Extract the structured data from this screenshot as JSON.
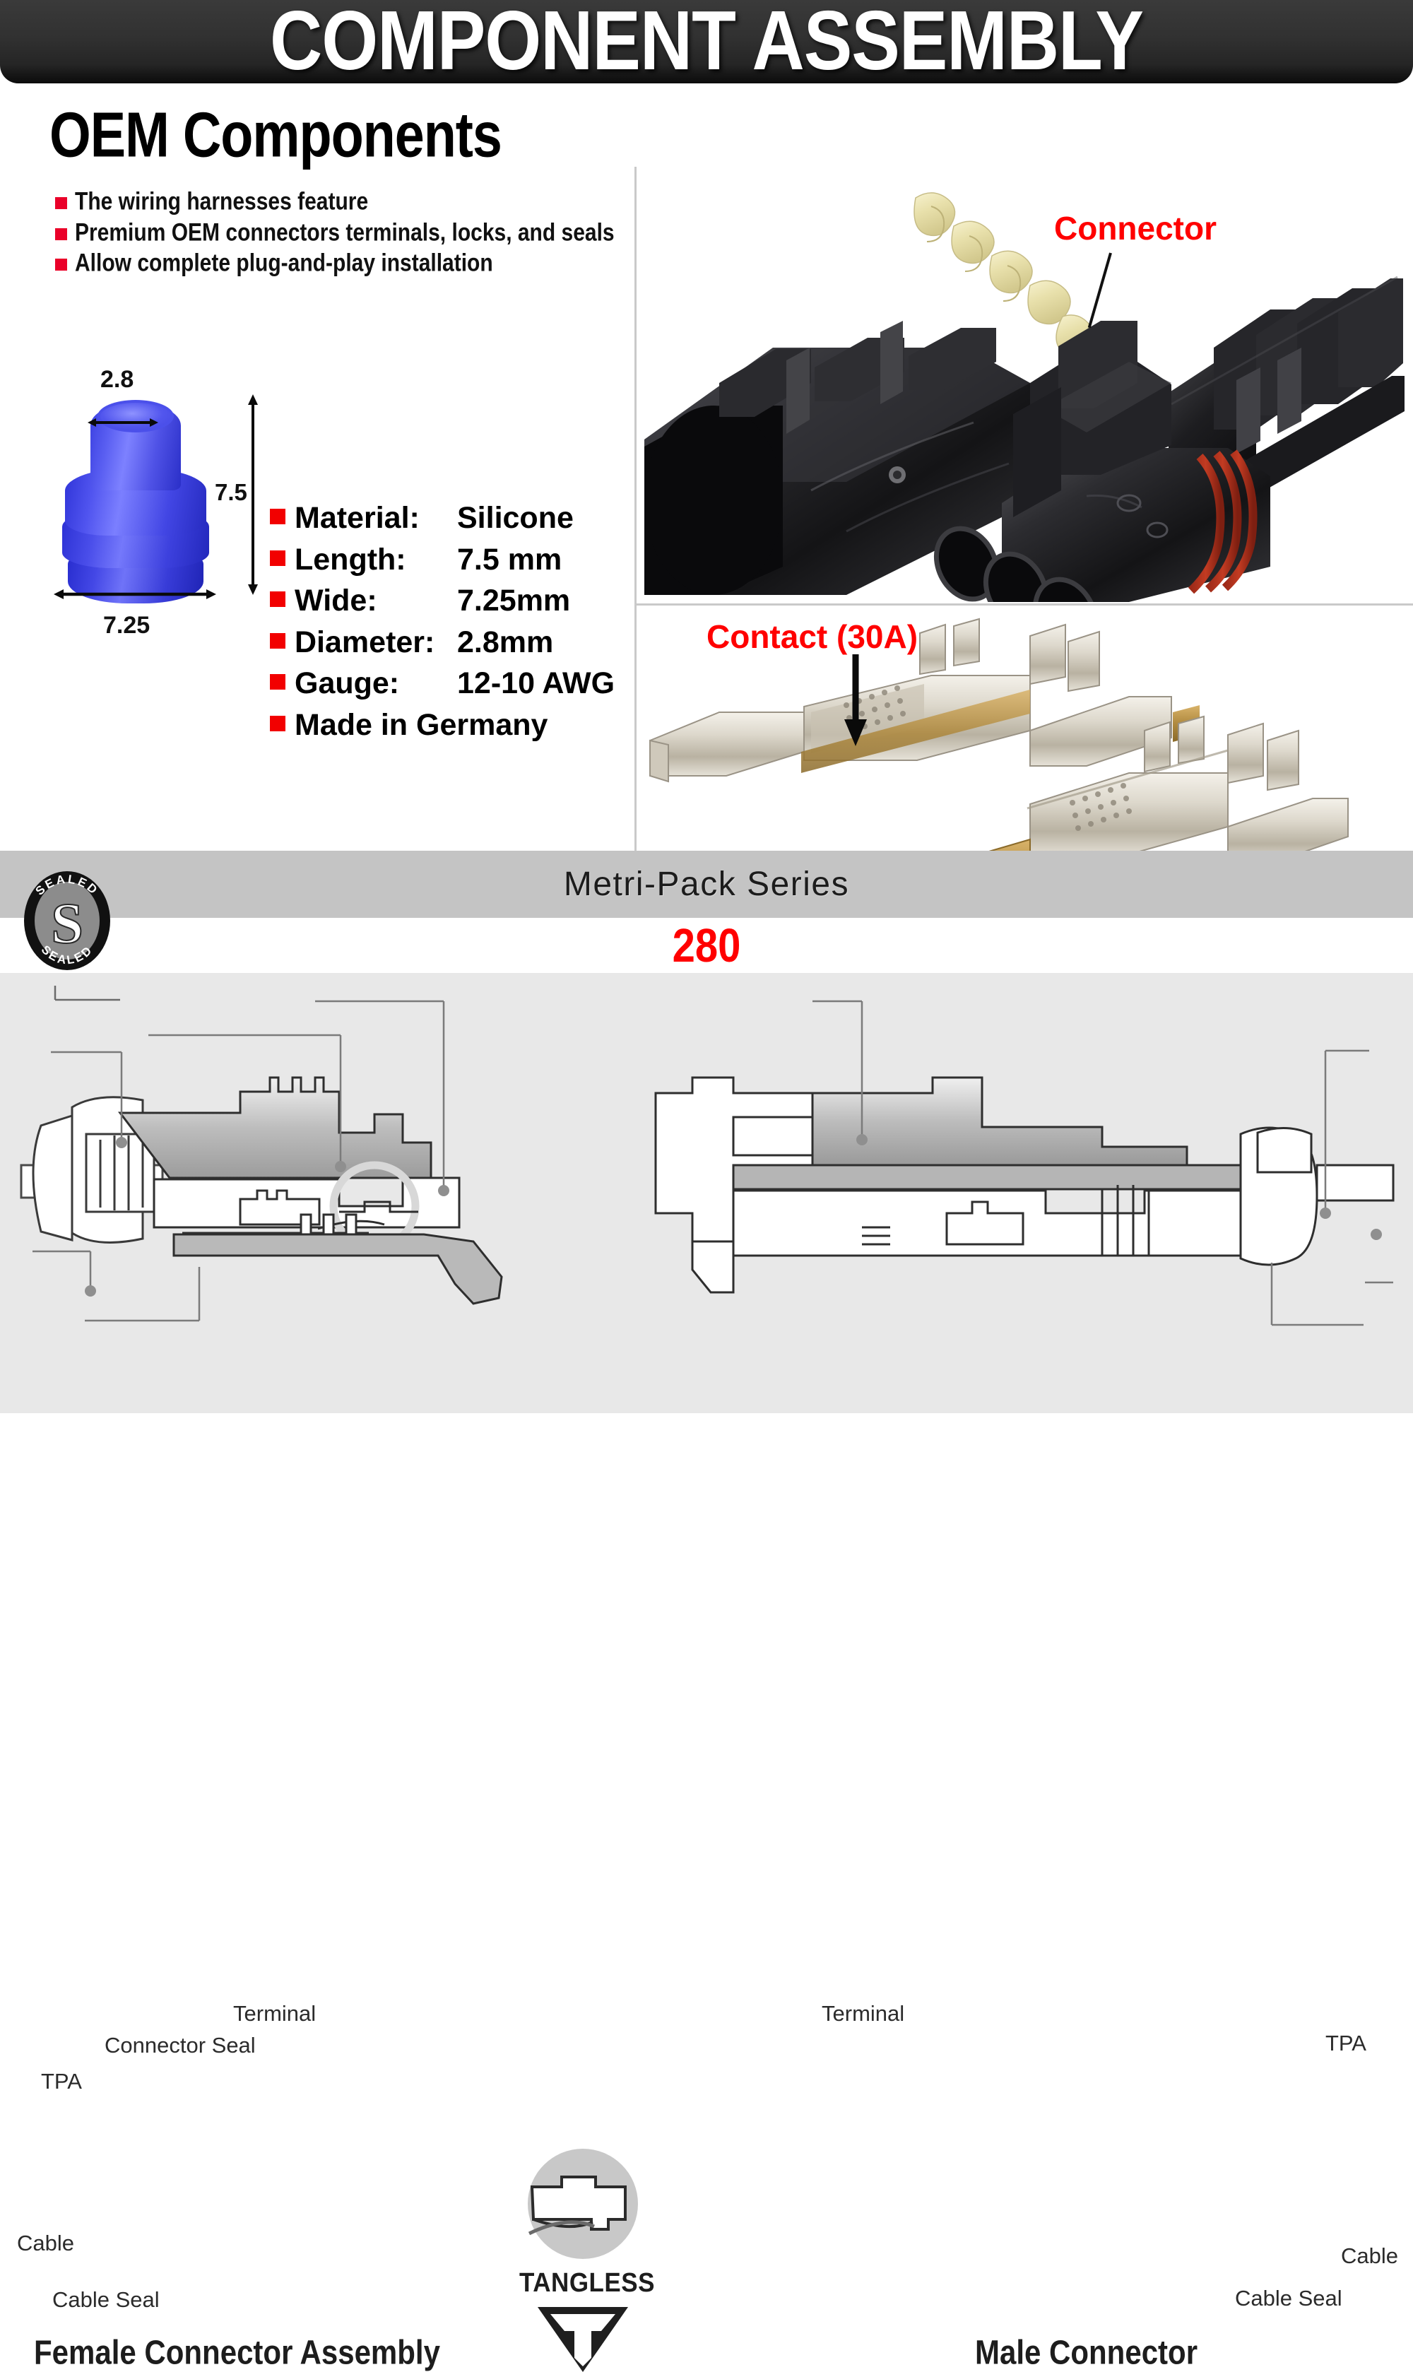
{
  "header": {
    "title": "COMPONENT ASSEMBLY"
  },
  "oem": {
    "section_title": "OEM Components",
    "features": [
      "The wiring harnesses feature",
      "Premium OEM connectors terminals, locks, and seals",
      "Allow complete plug-and-play installation"
    ]
  },
  "seal": {
    "dim_top": "2.8",
    "dim_height": "7.5",
    "dim_width": "7.25",
    "specs": [
      {
        "key": "Material:",
        "value": "Silicone"
      },
      {
        "key": "Length:",
        "value": "7.5 mm"
      },
      {
        "key": "Wide:",
        "value": "7.25mm"
      },
      {
        "key": "Diameter:",
        "value": "2.8mm"
      },
      {
        "key": "Gauge:",
        "value": "12-10 AWG"
      },
      {
        "key": "Made in Germany",
        "value": ""
      }
    ]
  },
  "photos": {
    "connector_label": "Connector",
    "contact_label": "Contact (30A)"
  },
  "series": {
    "band_title": "Metri-Pack Series",
    "number": "280",
    "badge_top": "SEALED",
    "badge_bottom": "SEALED",
    "badge_letter": "S"
  },
  "diagram": {
    "female": {
      "caption": "Female Connector Assembly",
      "labels": {
        "tpa": "TPA",
        "connector_seal": "Connector Seal",
        "terminal": "Terminal",
        "cable": "Cable",
        "cable_seal": "Cable Seal"
      }
    },
    "male": {
      "caption": "Male Connector",
      "labels": {
        "tpa": "TPA",
        "terminal": "Terminal",
        "cable": "Cable",
        "cable_seal": "Cable Seal"
      }
    },
    "tangless": {
      "word": "TANGLESS"
    }
  },
  "colors": {
    "accent_red": "#ff0000",
    "bullet_red": "#ea0029",
    "spec_bullet_red": "#f20000",
    "header_dark": "#2b2b2b",
    "band_gray": "#c4c4c4",
    "panel_gray": "#e8e8e8",
    "seal_blue": "#4a4fe8"
  }
}
